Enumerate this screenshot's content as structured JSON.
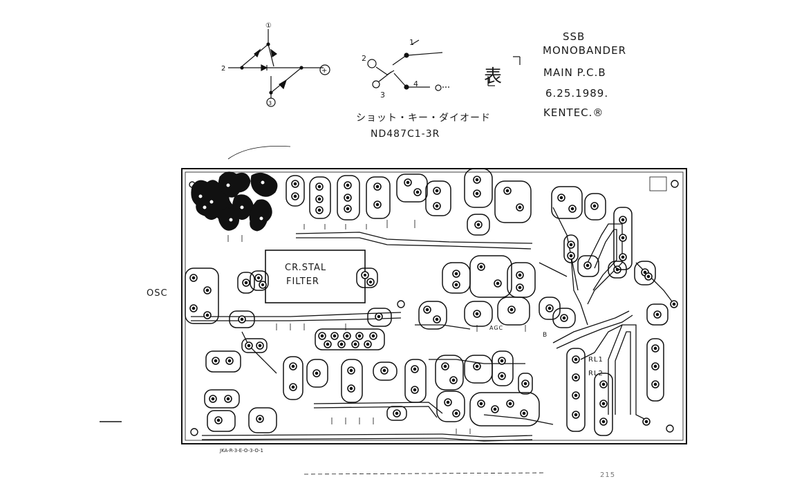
{
  "title_block": {
    "line1": "SSB",
    "line2": "MONOBANDER",
    "line3": "MAIN P.C.B",
    "line4": "6.25.1989.",
    "line5": "KENTEC.®"
  },
  "side_mark": "表",
  "diode_note": {
    "katakana": "ショット・キー・ダイオード",
    "part_number": "ND487C1-3R"
  },
  "diode_symbol_pins": [
    "1",
    "2",
    "3",
    "4"
  ],
  "pcb": {
    "filter_label_1": "CR.STAL",
    "filter_label_2": "FILTER",
    "osc_label": "OSC",
    "relay_1": "RL1",
    "relay_2": "RL2",
    "agc_label": "AGC",
    "b_label": "B",
    "bottom_code": "JKA-R-3-E-O-3-O-1",
    "page_no": "215"
  }
}
